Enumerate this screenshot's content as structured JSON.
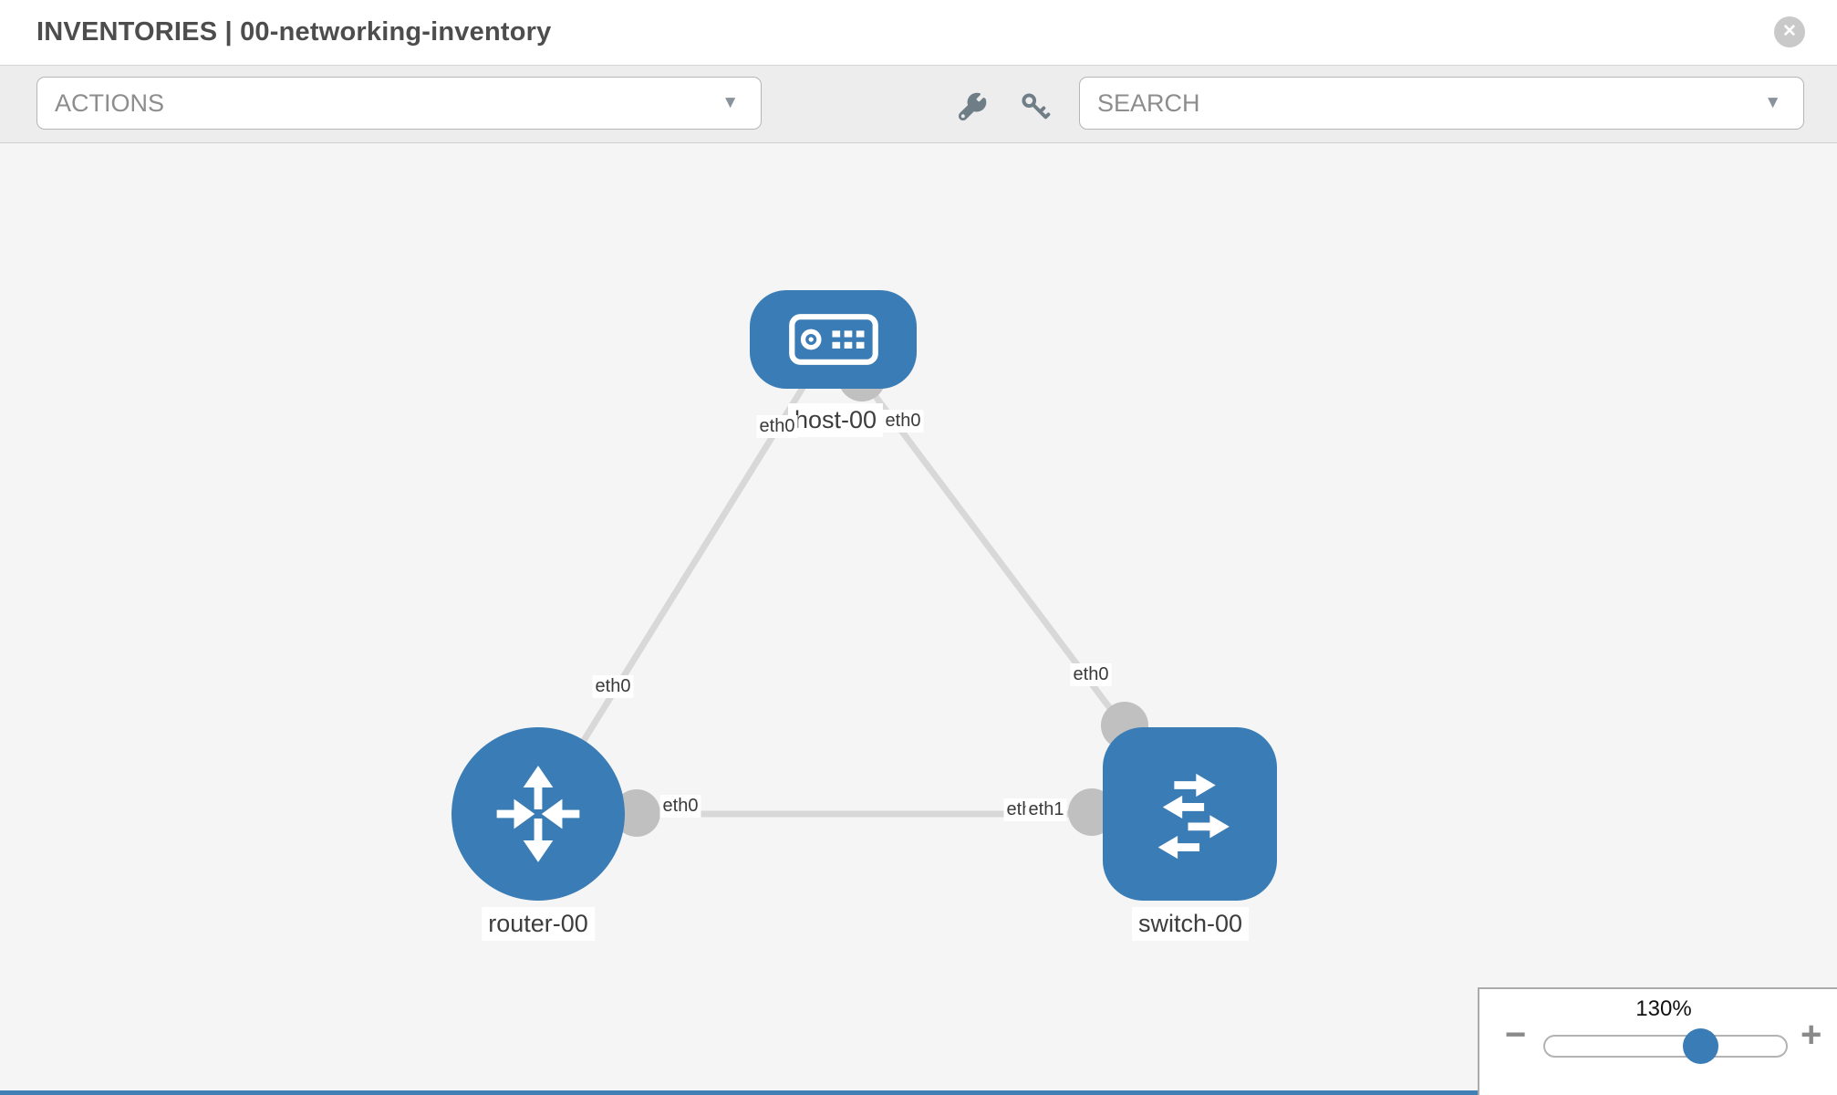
{
  "header": {
    "title": "INVENTORIES | 00-networking-inventory"
  },
  "toolbar": {
    "actions_placeholder": "ACTIONS",
    "search_placeholder": "SEARCH"
  },
  "icons": {
    "caret": "▼",
    "close": "✕",
    "wrench": "wrench-icon",
    "key": "key-icon"
  },
  "topology": {
    "nodes": [
      {
        "label": "host-00",
        "type": "host"
      },
      {
        "label": "router-00",
        "type": "router"
      },
      {
        "label": "switch-00",
        "type": "switch"
      }
    ],
    "links": [
      {
        "from": "host-00",
        "to": "router-00",
        "from_iface": "eth0",
        "to_iface": "eth0"
      },
      {
        "from": "host-00",
        "to": "switch-00",
        "from_iface": "eth0",
        "to_iface": "eth0"
      },
      {
        "from": "router-00",
        "to": "switch-00",
        "from_iface": "eth0",
        "to_iface": "eth1"
      }
    ],
    "overlapping_switch_labels": {
      "under": "eth0",
      "over": "eth1"
    }
  },
  "zoom_control": {
    "value": "130%",
    "minus_label": "−",
    "plus_label": "+"
  },
  "colors": {
    "node_blue": "#3a7cb5",
    "link_gray": "#d8d8d8",
    "dot_gray": "#c0c0c0",
    "canvas_bg": "#f5f5f5",
    "toolbar_bg": "#ededed"
  }
}
